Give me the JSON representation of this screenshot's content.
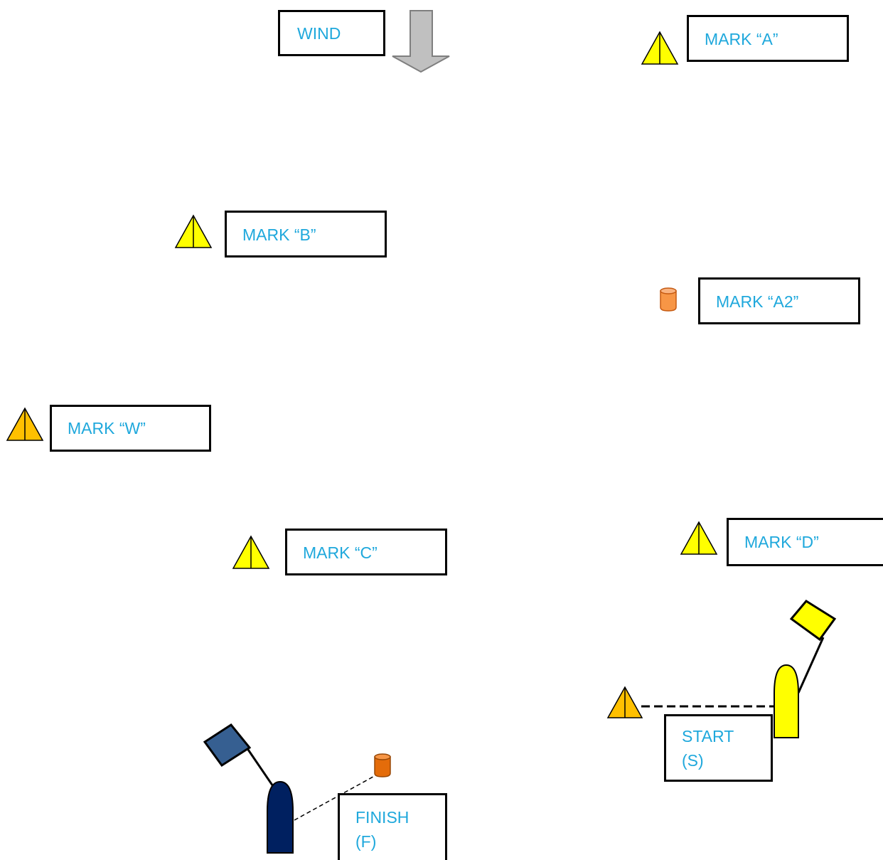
{
  "colors": {
    "label_text": "#1fa8dc",
    "box_border": "#000000",
    "mark_yellow": "#ffff00",
    "mark_orange": "#ffc000",
    "buoy_light_orange": "#f79646",
    "buoy_dark_orange": "#e46c0a",
    "wind_arrow": "#c0c0c0",
    "finish_boat": "#002060",
    "finish_flag": "#365f91",
    "start_boat": "#ffff00",
    "start_flag": "#ffff00"
  },
  "wind": {
    "label": "WIND",
    "arrow_icon": "down-arrow-icon"
  },
  "marks": {
    "a": {
      "label": "MARK “A”",
      "icon": "yellow-triangle-buoy"
    },
    "a2": {
      "label": "MARK “A2”",
      "icon": "orange-cylinder-buoy"
    },
    "b": {
      "label": "MARK “B”",
      "icon": "yellow-triangle-buoy"
    },
    "w": {
      "label": "MARK “W”",
      "icon": "orange-triangle-buoy"
    },
    "c": {
      "label": "MARK “C”",
      "icon": "yellow-triangle-buoy"
    },
    "d": {
      "label": "MARK “D”",
      "icon": "yellow-triangle-buoy"
    }
  },
  "start": {
    "line1": "START",
    "line2": "(S)",
    "icon": "orange-triangle-buoy",
    "boat_icon": "yellow-committee-boat"
  },
  "finish": {
    "line1": "FINISH",
    "line2": "(F)",
    "icon": "orange-cylinder-buoy",
    "boat_icon": "navy-committee-boat"
  }
}
